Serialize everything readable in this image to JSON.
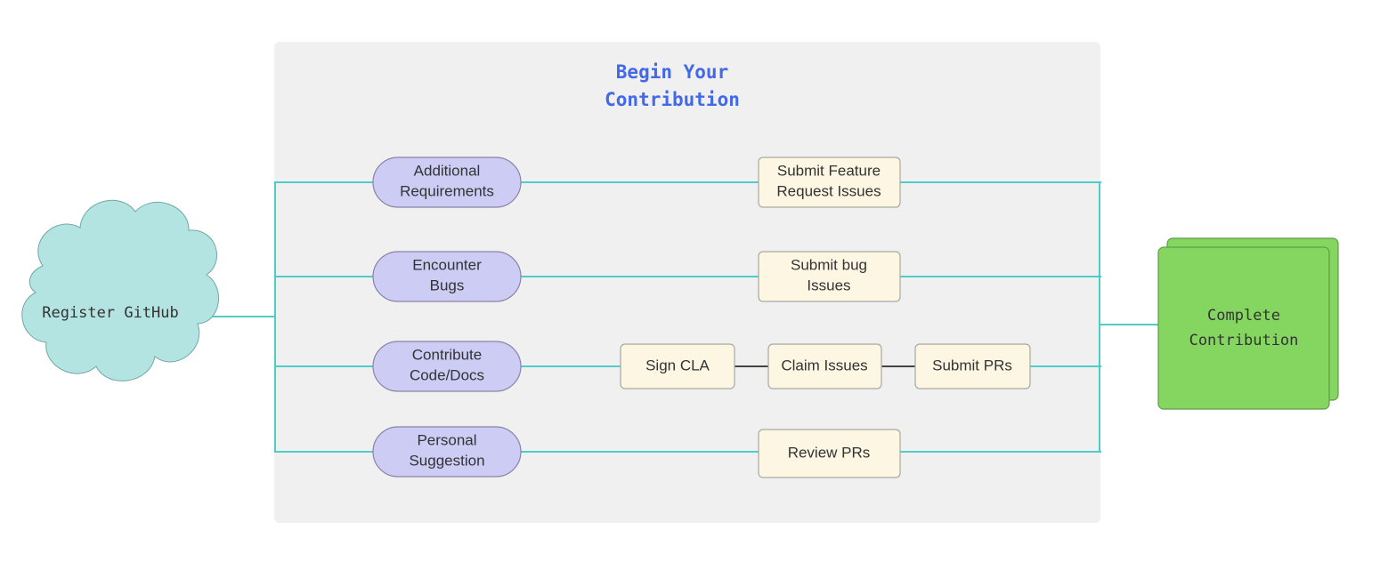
{
  "diagram": {
    "title": "Begin Your Contribution",
    "title_lines": [
      "Begin Your",
      "Contribution"
    ],
    "colors": {
      "title_text": "#4169e8",
      "edge_cyan": "#4ecdc8",
      "edge_dark": "#444444",
      "subgraph_fill": "#f0f0f0",
      "purple_fill": "#ccccf5",
      "purple_border": "#8b82a8",
      "cream_fill": "#fdf6e3",
      "cream_border": "#a9a9a0",
      "cloud_fill": "#b4e4e2",
      "cloud_border": "#6fa8a6",
      "green_fill": "#84d661",
      "green_border": "#5e9e47",
      "node_text": "#333333"
    },
    "start_node": {
      "label": "Register GitHub",
      "shape": "cloud"
    },
    "end_node": {
      "label": "Complete Contribution",
      "label_lines": [
        "Complete",
        "Contribution"
      ],
      "shape": "stacked-rect"
    },
    "branches": [
      {
        "trigger": {
          "label": "Additional Requirements",
          "lines": [
            "Additional",
            "Requirements"
          ],
          "shape": "stadium"
        },
        "actions": [
          {
            "label": "Submit Feature Request Issues",
            "lines": [
              "Submit Feature",
              "Request Issues"
            ],
            "shape": "rect"
          }
        ]
      },
      {
        "trigger": {
          "label": "Encounter Bugs",
          "lines": [
            "Encounter",
            "Bugs"
          ],
          "shape": "stadium"
        },
        "actions": [
          {
            "label": "Submit bug Issues",
            "lines": [
              "Submit bug",
              "Issues"
            ],
            "shape": "rect"
          }
        ]
      },
      {
        "trigger": {
          "label": "Contribute Code/Docs",
          "lines": [
            "Contribute",
            "Code/Docs"
          ],
          "shape": "stadium"
        },
        "actions": [
          {
            "label": "Sign CLA",
            "lines": [
              "Sign CLA"
            ],
            "shape": "rect"
          },
          {
            "label": "Claim Issues",
            "lines": [
              "Claim Issues"
            ],
            "shape": "rect"
          },
          {
            "label": "Submit PRs",
            "lines": [
              "Submit PRs"
            ],
            "shape": "rect"
          }
        ]
      },
      {
        "trigger": {
          "label": "Personal Suggestion",
          "lines": [
            "Personal",
            "Suggestion"
          ],
          "shape": "stadium"
        },
        "actions": [
          {
            "label": "Review PRs",
            "lines": [
              "Review PRs"
            ],
            "shape": "rect"
          }
        ]
      }
    ]
  }
}
